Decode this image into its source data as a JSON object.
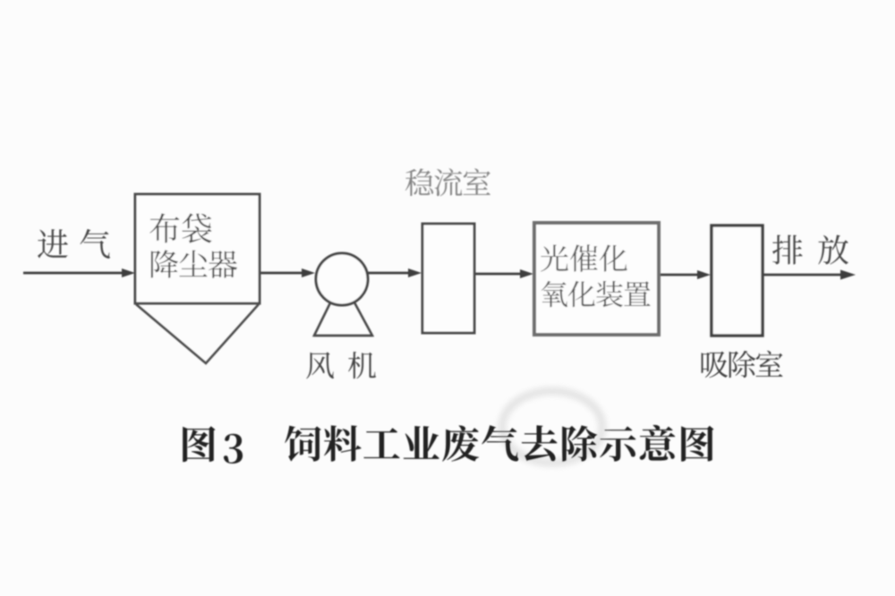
{
  "figure": {
    "kind": "process-flow-diagram",
    "caption": {
      "prefix": "图 3",
      "title": "饲料工业废气去除示意图",
      "full": "图 3  饲料工业废气去除示意图"
    },
    "background_color": "#fcfcfc",
    "line_color": "#3d3d3d",
    "text_color": "#474747",
    "caption_color": "#222222"
  },
  "diagram": {
    "flow_direction": "left-to-right",
    "flow_sequence": [
      "进 气",
      "布袋降尘器",
      "风 机",
      "稳流室",
      "光催化氧化装置",
      "吸除室",
      "排 放"
    ],
    "inlet": {
      "label": "进 气"
    },
    "outlet": {
      "label": "排 放"
    },
    "nodes": [
      {
        "id": "bag-dust-collector",
        "label": "布袋降尘器",
        "lines": [
          "布袋",
          "降尘器"
        ],
        "shape": "rect-with-hopper",
        "label_position": "inside"
      },
      {
        "id": "fan",
        "label": "风 机",
        "shape": "pump-circle",
        "label_position": "below"
      },
      {
        "id": "flow-stabilizing-chamber",
        "label": "稳流室",
        "shape": "narrow-rect",
        "label_position": "above"
      },
      {
        "id": "photocatalytic-oxidation-unit",
        "label": "光催化氧化装置",
        "lines": [
          "光催化",
          "氧化装置"
        ],
        "shape": "rect",
        "label_position": "inside"
      },
      {
        "id": "absorption-chamber",
        "label": "吸除室",
        "shape": "narrow-rect",
        "label_position": "below"
      }
    ],
    "connector_count": 6
  }
}
